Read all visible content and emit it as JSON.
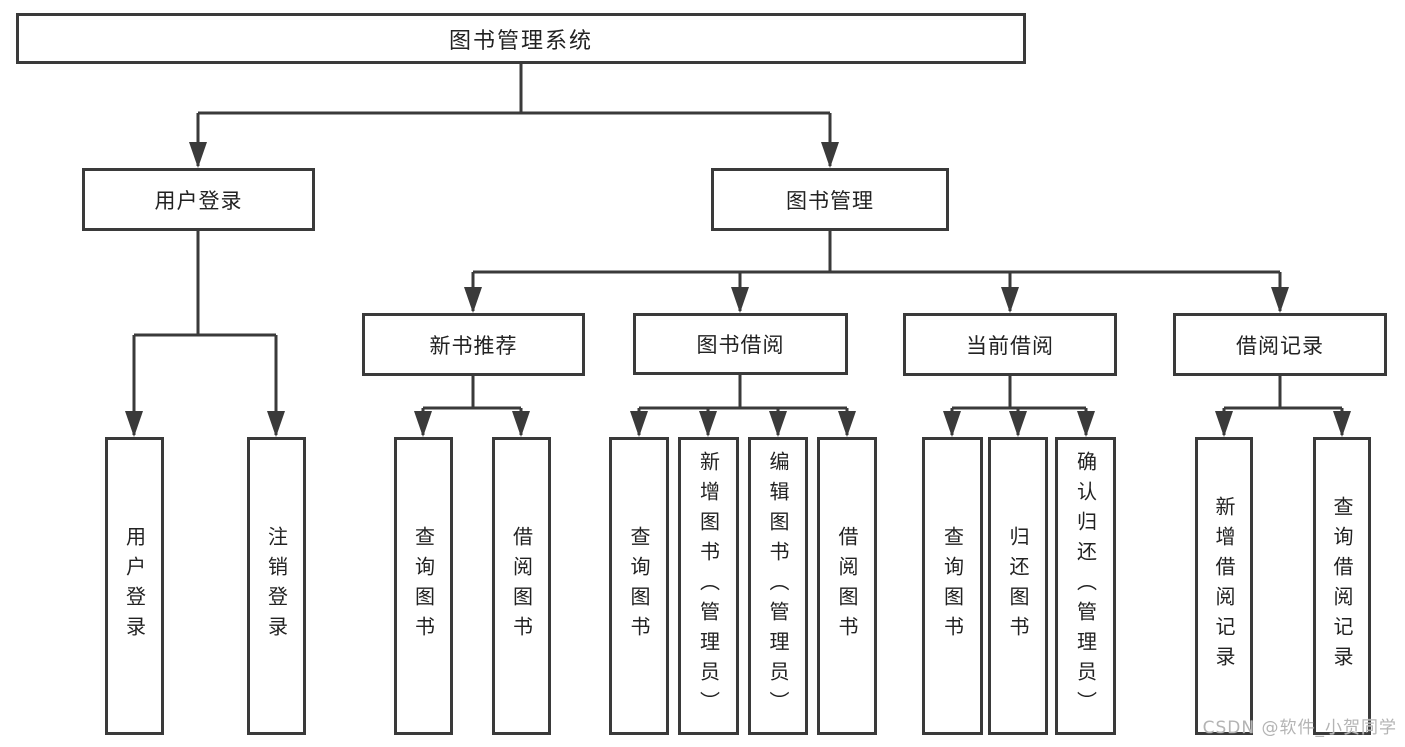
{
  "diagram_type": "hierarchy-tree",
  "tree": {
    "label": "图书管理系统",
    "children": [
      {
        "label": "用户登录",
        "children": [
          {
            "label": "用户登录"
          },
          {
            "label": "注销登录"
          }
        ]
      },
      {
        "label": "图书管理",
        "children": [
          {
            "label": "新书推荐",
            "children": [
              {
                "label": "查询图书"
              },
              {
                "label": "借阅图书"
              }
            ]
          },
          {
            "label": "图书借阅",
            "children": [
              {
                "label": "查询图书"
              },
              {
                "label": "新增图书（管理员）"
              },
              {
                "label": "编辑图书（管理员）"
              },
              {
                "label": "借阅图书"
              }
            ]
          },
          {
            "label": "当前借阅",
            "children": [
              {
                "label": "查询图书"
              },
              {
                "label": "归还图书"
              },
              {
                "label": "确认归还（管理员）"
              }
            ]
          },
          {
            "label": "借阅记录",
            "children": [
              {
                "label": "新增借阅记录"
              },
              {
                "label": "查询借阅记录"
              }
            ]
          }
        ]
      }
    ]
  },
  "watermark": {
    "text": "CSDN @软件_小贺同学"
  },
  "colors": {
    "line": "#3a3a3a",
    "text": "#222222",
    "background": "#ffffff",
    "watermark": "#b4b4b4"
  }
}
